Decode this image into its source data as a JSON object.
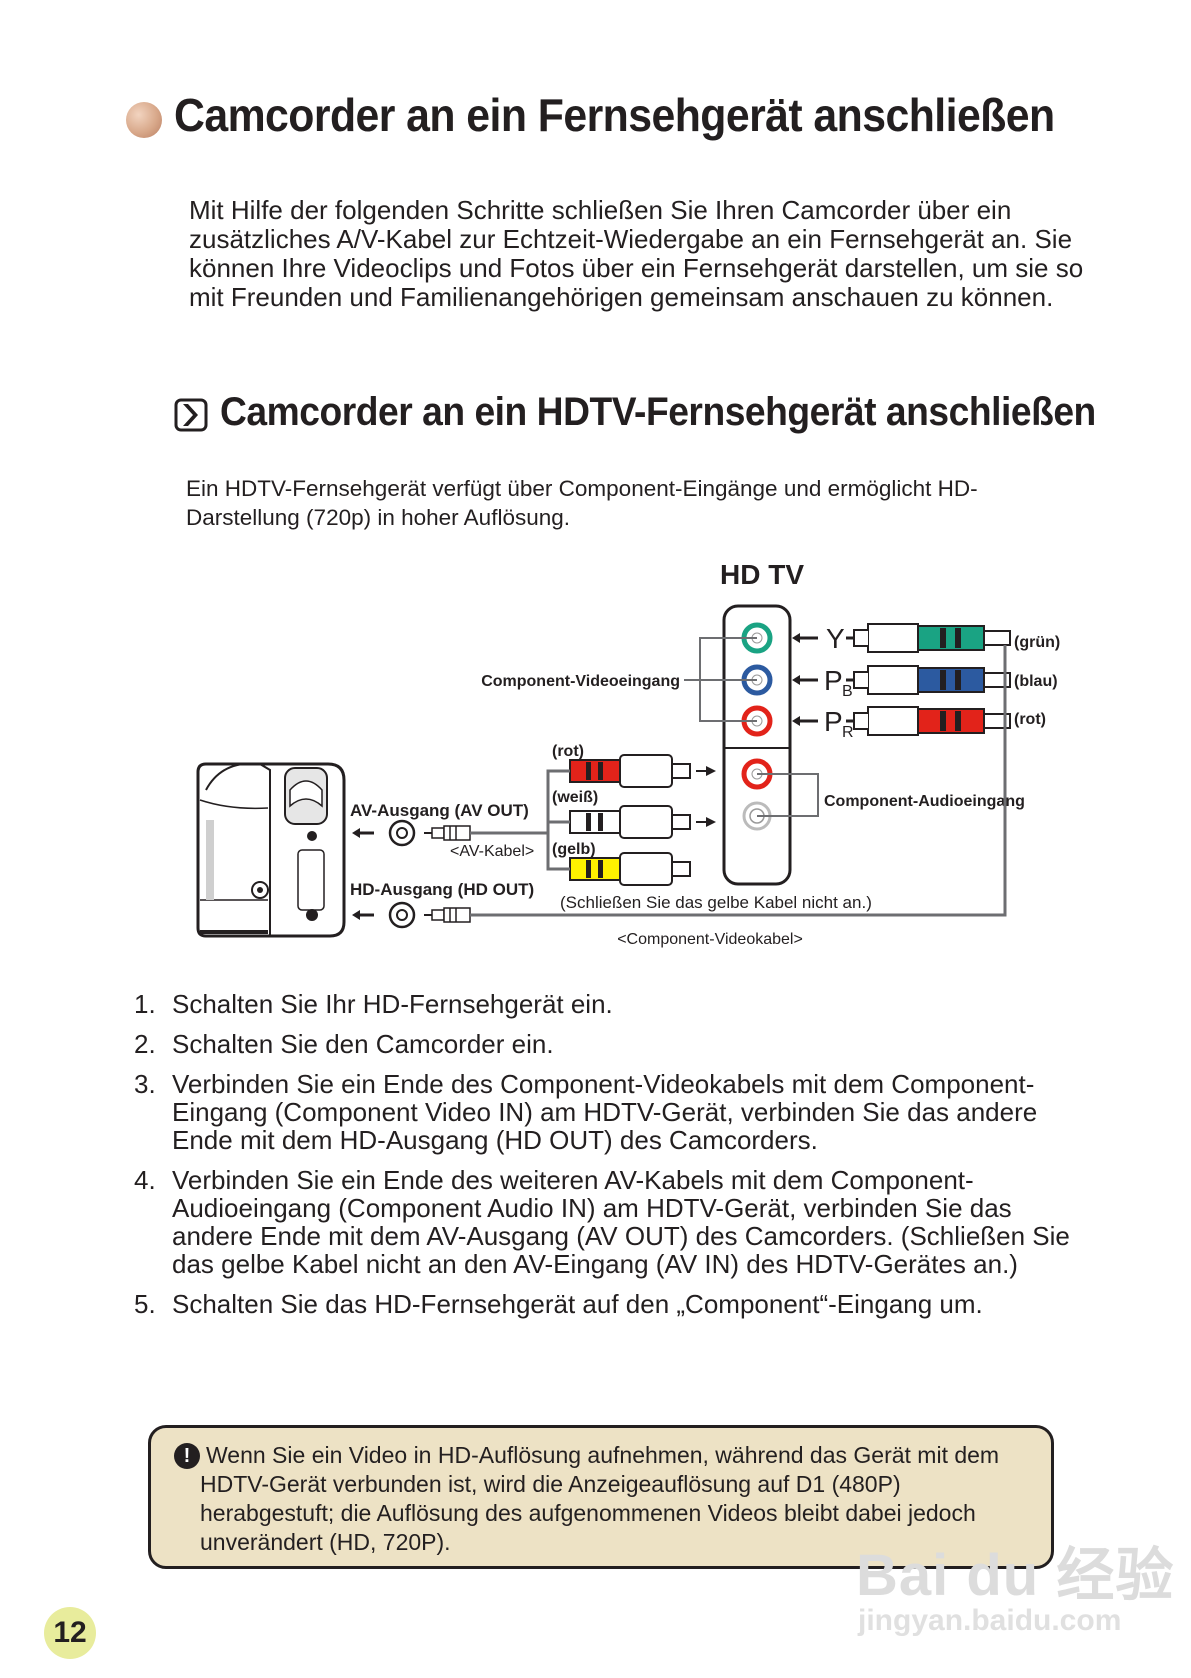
{
  "title": "Camcorder an ein Fernsehgerät anschließen",
  "intro": "Mit Hilfe der folgenden Schritte schließen Sie Ihren Camcorder über ein zusätzliches A/V-Kabel zur Echtzeit-Wiedergabe an ein Fernsehgerät an. Sie können Ihre Videoclips und Fotos über ein Fernsehgerät darstellen, um sie so mit Freunden und Familienangehörigen gemeinsam anschauen zu können.",
  "section": {
    "title": "Camcorder an ein HDTV-Fernsehgerät anschließen",
    "description": "Ein HDTV-Fernsehgerät verfügt über Component-Eingänge und ermöglicht HD-Darstellung (720p) in hoher Auflösung."
  },
  "diagram": {
    "tv_label": "HD TV",
    "component_video_in": "Component-Videoeingang",
    "component_audio_in": "Component-Audioeingang",
    "inputs": [
      {
        "letter": "Y",
        "sub": "",
        "color_label": "(grün)",
        "color": "#1aa383"
      },
      {
        "letter": "P",
        "sub": "B",
        "color_label": "(blau)",
        "color": "#2c5aa0"
      },
      {
        "letter": "P",
        "sub": "R",
        "color_label": "(rot)",
        "color": "#e2231a"
      }
    ],
    "av_plugs": [
      {
        "label": "(rot)",
        "color": "#e2231a"
      },
      {
        "label": "(weiß)",
        "color": "#ffffff"
      },
      {
        "label": "(gelb)",
        "color": "#fff200"
      }
    ],
    "av_out": "AV-Ausgang (AV OUT)",
    "hd_out": "HD-Ausgang (HD OUT)",
    "av_cable": "<AV-Kabel>",
    "component_cable": "<Component-Videokabel>",
    "yellow_note": "(Schließen Sie das gelbe Kabel nicht an.)"
  },
  "steps": [
    {
      "num": "1.",
      "text": "Schalten Sie Ihr HD-Fernsehgerät ein."
    },
    {
      "num": "2.",
      "text": "Schalten Sie den Camcorder ein."
    },
    {
      "num": "3.",
      "text": "Verbinden Sie ein Ende des Component-Videokabels mit dem Component-Eingang (Component Video IN) am HDTV-Gerät, verbinden Sie das andere Ende mit dem HD-Ausgang (HD OUT) des Camcorders."
    },
    {
      "num": "4.",
      "text": "Verbinden Sie ein Ende des weiteren AV-Kabels mit dem Component-Audioeingang (Component Audio IN) am HDTV-Gerät, verbinden Sie das andere Ende mit dem AV-Ausgang (AV OUT) des Camcorders. (Schließen Sie das gelbe Kabel nicht an den AV-Eingang (AV IN) des HDTV-Gerätes an.)"
    },
    {
      "num": "5.",
      "text": "Schalten Sie das HD-Fernsehgerät auf den „Component“-Eingang um."
    }
  ],
  "note": {
    "icon": "!",
    "text": "Wenn Sie ein Video in HD-Auflösung aufnehmen, während das Gerät mit dem HDTV-Gerät verbunden ist, wird die Anzeigeauflösung auf D1 (480P) herabgestuft; die Auflösung des aufgenommenen Videos bleibt dabei jedoch unverändert (HD, 720P)."
  },
  "page_number": "12",
  "watermark": {
    "brand": "Bai du 经验",
    "url": "jingyan.baidu.com"
  }
}
